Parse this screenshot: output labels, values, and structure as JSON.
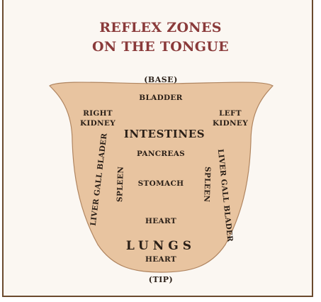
{
  "title": {
    "line1": "REFLEX ZONES",
    "line2": "ON THE TONGUE"
  },
  "colors": {
    "title": "#8a3a3a",
    "tongue_fill": "#e8c4a0",
    "tongue_stroke": "#b08560",
    "text": "#2a1f17",
    "frame": "#6b4a2e"
  },
  "labels": {
    "base": "(BASE)",
    "tip": "(TIP)",
    "bladder": "BLADDER",
    "right_kidney_1": "RIGHT",
    "right_kidney_2": "KIDNEY",
    "left_kidney_1": "LEFT",
    "left_kidney_2": "KIDNEY",
    "intestines": "INTESTINES",
    "pancreas": "PANCREAS",
    "stomach": "STOMACH",
    "heart_upper": "HEART",
    "lungs": "LUNGS",
    "heart_lower": "HEART",
    "liver_gall_left": "LIVER GALL BLADER",
    "spleen_left": "SPLEEN",
    "spleen_right": "SPLEEN",
    "liver_gall_right": "LIVER GALL BLADER"
  }
}
